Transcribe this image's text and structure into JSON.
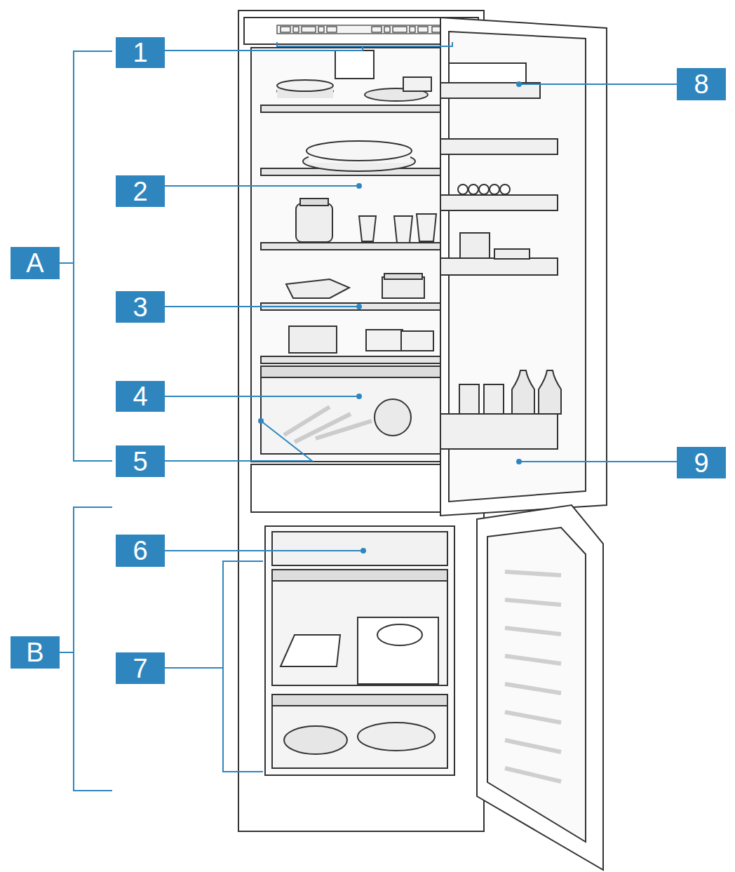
{
  "diagram": {
    "nodes": [
      {
        "text": [
          "1"
        ]
      },
      {
        "text": [
          "8"
        ]
      },
      {
        "text": [
          "2"
        ]
      },
      {
        "text": [
          "A"
        ]
      },
      {
        "text": [
          "3"
        ]
      },
      {
        "text": [
          "4"
        ]
      },
      {
        "text": [
          "5"
        ]
      },
      {
        "text": [
          "9"
        ]
      },
      {
        "text": [
          "6"
        ]
      },
      {
        "text": [
          "B"
        ]
      },
      {
        "text": [
          "7"
        ]
      }
    ]
  }
}
